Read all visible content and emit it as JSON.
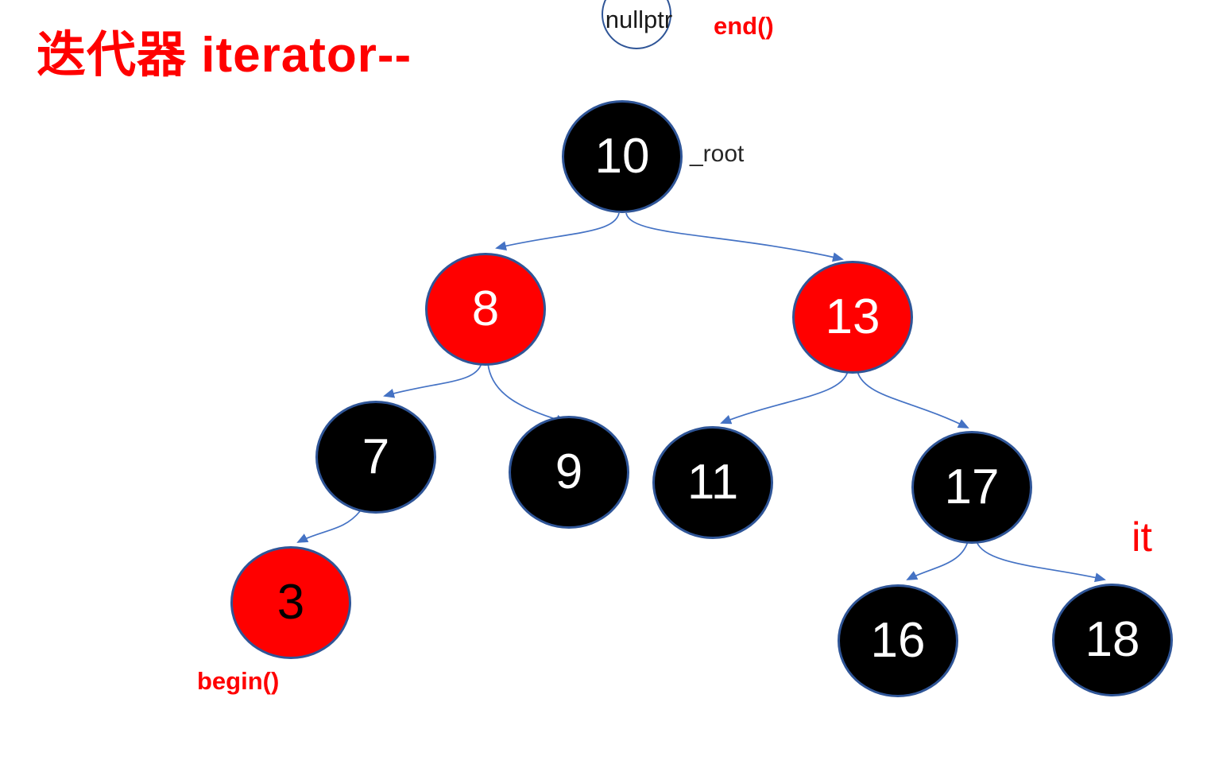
{
  "title": "迭代器 iterator--",
  "labels": {
    "nullptr": "nullptr",
    "end": "end()",
    "root": "_root",
    "begin": "begin()",
    "it": "it"
  },
  "colors": {
    "red": "#ff0000",
    "black": "#000000",
    "outline": "#2f5597",
    "edge": "#4472c4",
    "dark": "#262626"
  },
  "tree": {
    "nodes": [
      {
        "label": "10",
        "fill": "black",
        "text_color": "white",
        "annotation": "_root"
      },
      {
        "label": "8",
        "fill": "red",
        "text_color": "white",
        "annotation": ""
      },
      {
        "label": "13",
        "fill": "red",
        "text_color": "white",
        "annotation": ""
      },
      {
        "label": "7",
        "fill": "black",
        "text_color": "white",
        "annotation": ""
      },
      {
        "label": "9",
        "fill": "black",
        "text_color": "white",
        "annotation": ""
      },
      {
        "label": "11",
        "fill": "black",
        "text_color": "white",
        "annotation": ""
      },
      {
        "label": "17",
        "fill": "black",
        "text_color": "white",
        "annotation": ""
      },
      {
        "label": "3",
        "fill": "red",
        "text_color": "black",
        "annotation": "begin()"
      },
      {
        "label": "16",
        "fill": "black",
        "text_color": "white",
        "annotation": ""
      },
      {
        "label": "18",
        "fill": "black",
        "text_color": "white",
        "annotation": "it"
      }
    ],
    "edges": [
      {
        "from": "10",
        "to": "8"
      },
      {
        "from": "10",
        "to": "13"
      },
      {
        "from": "8",
        "to": "7"
      },
      {
        "from": "8",
        "to": "9"
      },
      {
        "from": "13",
        "to": "11"
      },
      {
        "from": "13",
        "to": "17"
      },
      {
        "from": "7",
        "to": "3"
      },
      {
        "from": "17",
        "to": "16"
      },
      {
        "from": "17",
        "to": "18"
      }
    ]
  }
}
